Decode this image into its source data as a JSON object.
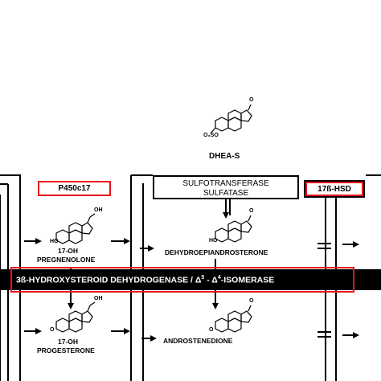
{
  "colors": {
    "highlight": "#e8131b",
    "ink": "#000000",
    "bar_text": "#ffffff"
  },
  "compounds": {
    "dhea_s": "DHEA-S",
    "pregnenolone_line1": "17-OH",
    "pregnenolone_line2": "PREGNENOLONE",
    "dhea": "DEHYDROEPIANDROSTERONE",
    "progesterone_line1": "17-OH",
    "progesterone_line2": "PROGESTERONE",
    "androstenedione": "ANDROSTENEDIONE"
  },
  "enzymes": {
    "p450": "P450c17",
    "sulfo_line1": "SULFOTRANSFERASE",
    "sulfo_line2": "SULFATASE",
    "hsd17": "17ß-HSD",
    "hsd3_a": "3ß-HYDROXYSTEROID  DEHYDROGENASE / Δ",
    "hsd3_sup1": "5",
    "hsd3_b": " -  Δ",
    "hsd3_sup2": "4",
    "hsd3_c": "-ISOMERASE"
  },
  "structure_labels": {
    "dhea_s_sulfate": "O₃SO",
    "keto": "O",
    "oh": "OH",
    "ho": "HO",
    "o": "O"
  }
}
